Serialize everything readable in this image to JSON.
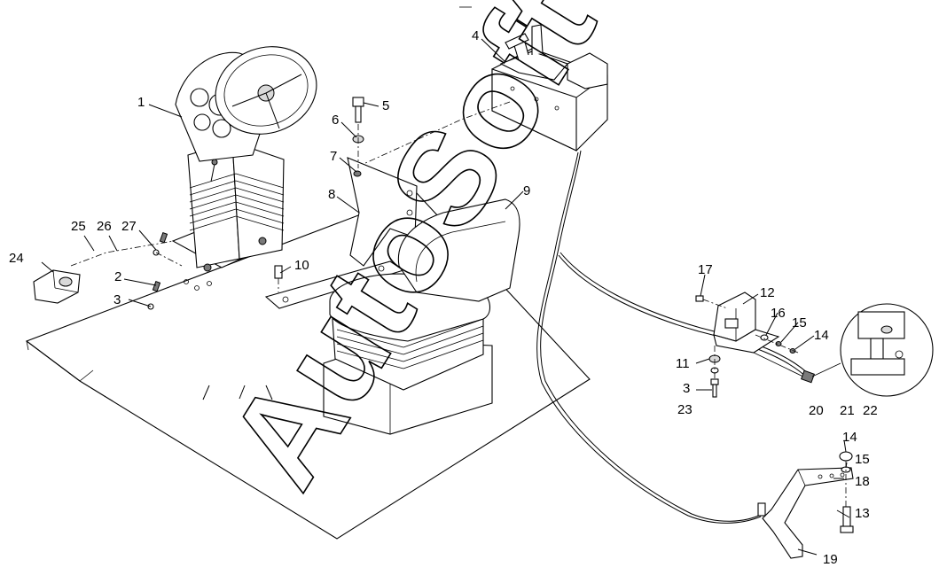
{
  "watermark": "AutoSoft",
  "callouts": [
    {
      "id": "c1",
      "text": "1"
    },
    {
      "id": "c2",
      "text": "2"
    },
    {
      "id": "c3a",
      "text": "3"
    },
    {
      "id": "c3b",
      "text": "3"
    },
    {
      "id": "c4",
      "text": "4"
    },
    {
      "id": "c5",
      "text": "5"
    },
    {
      "id": "c6",
      "text": "6"
    },
    {
      "id": "c7",
      "text": "7"
    },
    {
      "id": "c8",
      "text": "8"
    },
    {
      "id": "c9",
      "text": "9"
    },
    {
      "id": "c10",
      "text": "10"
    },
    {
      "id": "c11",
      "text": "11"
    },
    {
      "id": "c12",
      "text": "12"
    },
    {
      "id": "c13",
      "text": "13"
    },
    {
      "id": "c14a",
      "text": "14"
    },
    {
      "id": "c14b",
      "text": "14"
    },
    {
      "id": "c15a",
      "text": "15"
    },
    {
      "id": "c15b",
      "text": "15"
    },
    {
      "id": "c16",
      "text": "16"
    },
    {
      "id": "c17",
      "text": "17"
    },
    {
      "id": "c18",
      "text": "18"
    },
    {
      "id": "c19",
      "text": "19"
    },
    {
      "id": "c20",
      "text": "20"
    },
    {
      "id": "c21",
      "text": "21"
    },
    {
      "id": "c22",
      "text": "22"
    },
    {
      "id": "c23",
      "text": "23"
    },
    {
      "id": "c24",
      "text": "24"
    },
    {
      "id": "c25",
      "text": "25"
    },
    {
      "id": "c26",
      "text": "26"
    },
    {
      "id": "c27",
      "text": "27"
    }
  ]
}
